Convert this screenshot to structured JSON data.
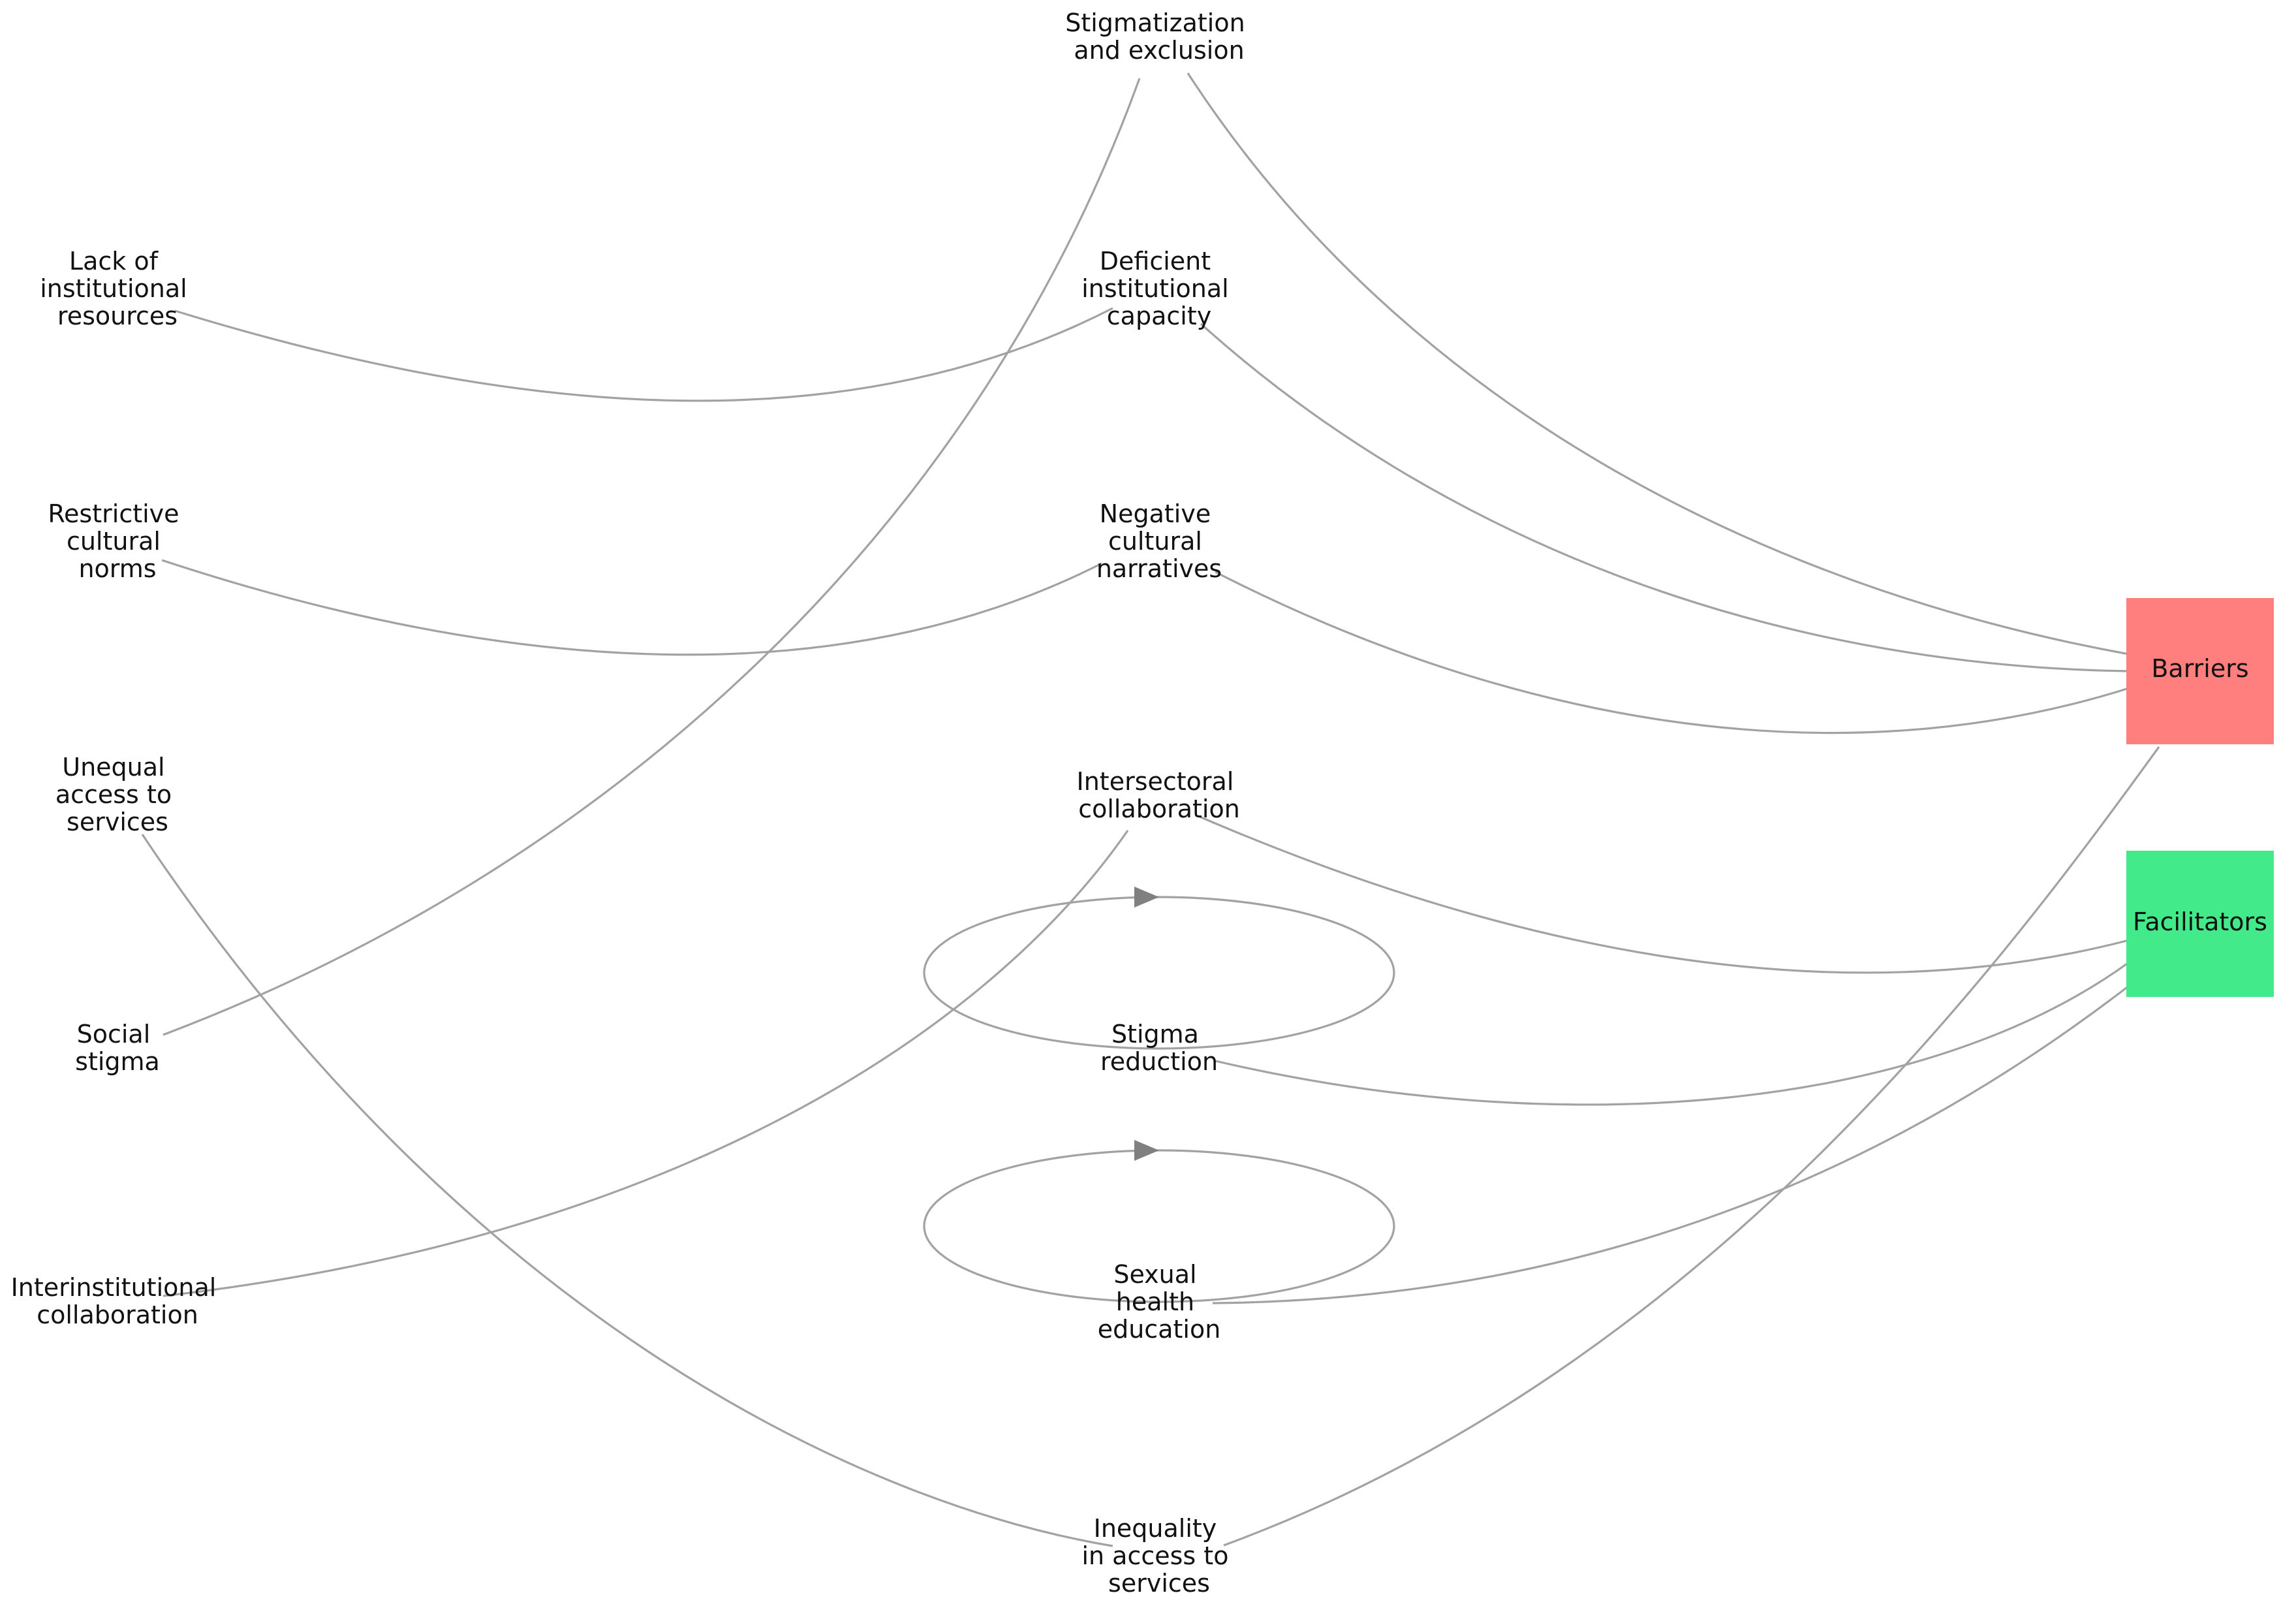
{
  "diagram": {
    "categories": {
      "barriers": {
        "label": "Barriers",
        "color": "#ff7f7f"
      },
      "facilitators": {
        "label": "Facilitators",
        "color": "#42ea8a"
      }
    },
    "nodes": {
      "stigmatization": {
        "lines": [
          "Stigmatization",
          "and exclusion"
        ]
      },
      "lack_resources": {
        "lines": [
          "Lack of",
          "institutional",
          "resources"
        ]
      },
      "deficient_capacity": {
        "lines": [
          "Deficient",
          "institutional",
          "capacity"
        ]
      },
      "restrictive_norms": {
        "lines": [
          "Restrictive",
          "cultural",
          "norms"
        ]
      },
      "negative_narratives": {
        "lines": [
          "Negative",
          "cultural",
          "narratives"
        ]
      },
      "unequal_access": {
        "lines": [
          "Unequal",
          "access to",
          "services"
        ]
      },
      "intersectoral": {
        "lines": [
          "Intersectoral",
          "collaboration"
        ]
      },
      "social_stigma": {
        "lines": [
          "Social",
          "stigma"
        ]
      },
      "stigma_reduction": {
        "lines": [
          "Stigma",
          "reduction"
        ]
      },
      "interinstitutional": {
        "lines": [
          "Interinstitutional",
          "collaboration"
        ]
      },
      "sexual_health": {
        "lines": [
          "Sexual",
          "health",
          "education"
        ]
      },
      "inequality_access": {
        "lines": [
          "Inequality",
          "in access to",
          "services"
        ]
      }
    },
    "edges": [
      {
        "from": "stigmatization",
        "to": "barriers"
      },
      {
        "from": "deficient_capacity",
        "to": "barriers"
      },
      {
        "from": "negative_narratives",
        "to": "barriers"
      },
      {
        "from": "inequality_access",
        "to": "barriers"
      },
      {
        "from": "lack_resources",
        "to": "deficient_capacity"
      },
      {
        "from": "restrictive_norms",
        "to": "negative_narratives"
      },
      {
        "from": "social_stigma",
        "to": "stigmatization"
      },
      {
        "from": "unequal_access",
        "to": "inequality_access"
      },
      {
        "from": "interinstitutional",
        "to": "intersectoral"
      },
      {
        "from": "intersectoral",
        "to": "facilitators"
      },
      {
        "from": "stigma_reduction",
        "to": "facilitators"
      },
      {
        "from": "sexual_health",
        "to": "facilitators"
      },
      {
        "from": "stigma_reduction",
        "to": "stigma_reduction"
      },
      {
        "from": "sexual_health",
        "to": "sexual_health"
      }
    ]
  }
}
